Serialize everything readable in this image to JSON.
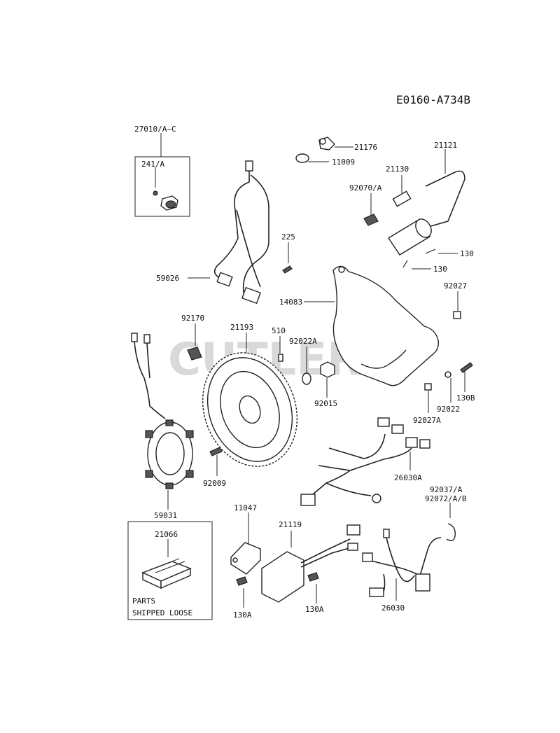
{
  "diagram": {
    "code": "E0160-A734B",
    "watermark": "CUTLER'S",
    "box_note_line1": "PARTS",
    "box_note_line2": "SHIPPED LOOSE"
  },
  "callouts": {
    "p27010": "27010/A~C",
    "p241": "241/A",
    "p21176": "21176",
    "p11009": "11009",
    "p21121": "21121",
    "p21130": "21130",
    "p92070": "92070/A",
    "p225": "225",
    "p59026": "59026",
    "p130a": "130",
    "p130b": "130",
    "p92027": "92027",
    "p14083": "14083",
    "p92170": "92170",
    "p21193": "21193",
    "p510": "510",
    "p92022A": "92022A",
    "p92015": "92015",
    "p130B": "130B",
    "p92022": "92022",
    "p92027A": "92027A",
    "p92009": "92009",
    "p26030A": "26030A",
    "p59031": "59031",
    "p92037": "92037/A",
    "p92072": "92072/A/B",
    "p11047": "11047",
    "p21119": "21119",
    "p21066": "21066",
    "p130A1": "130A",
    "p130A2": "130A",
    "p26030": "26030"
  }
}
